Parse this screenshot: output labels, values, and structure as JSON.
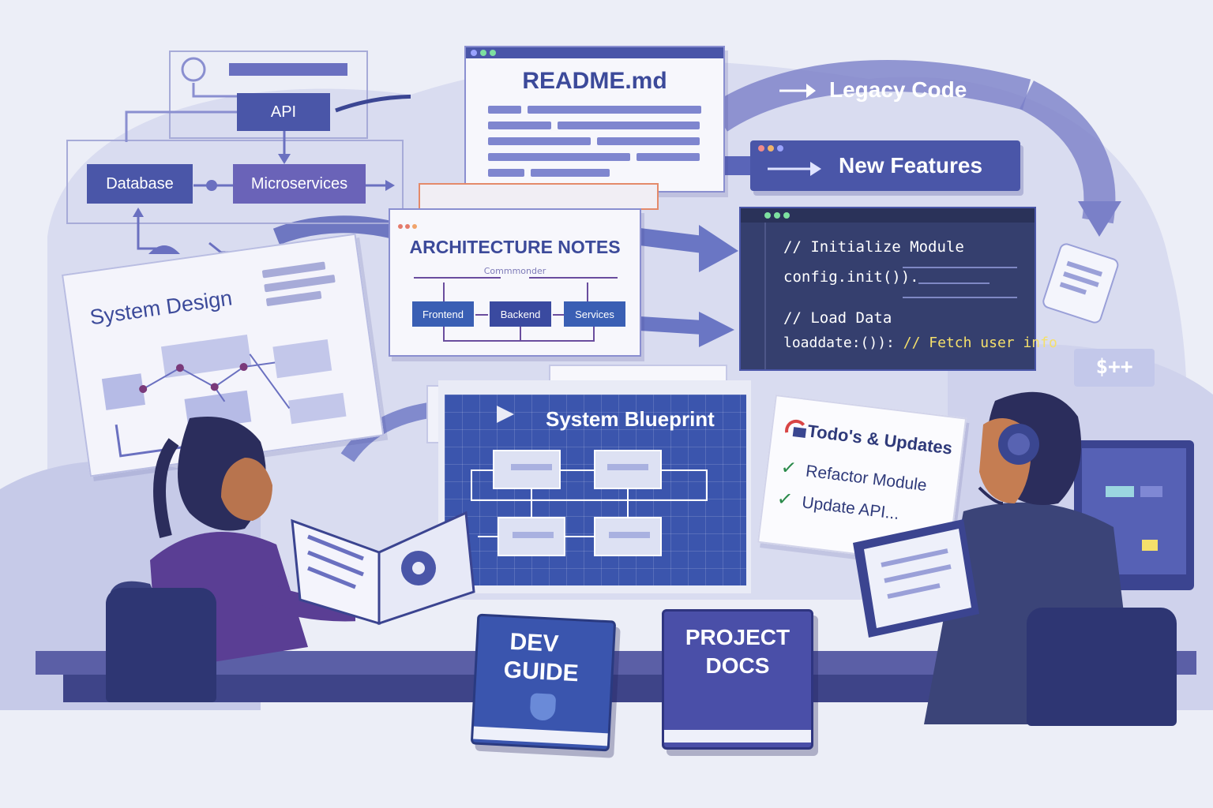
{
  "diagram": {
    "api_label": "API",
    "database_label": "Database",
    "microservices_label": "Microservices"
  },
  "readme": {
    "title": "README.md"
  },
  "legacy": {
    "label": "Legacy Code"
  },
  "features": {
    "label": "New Features"
  },
  "arch": {
    "title": "ARCHITECTURE NOTES",
    "subtitle": "Commmonder",
    "frontend": "Frontend",
    "backend": "Backend",
    "services": "Services"
  },
  "code": {
    "line1": "// Initialize Module",
    "line2": "config.init()).",
    "line3": "// Load Data",
    "line4": "loaddate:()):",
    "line4_comment": "// Fetch user info"
  },
  "system_design": {
    "title": "System Design"
  },
  "blueprint": {
    "title": "System Blueprint"
  },
  "todo": {
    "title": "Todo's & Updates",
    "item1": "Refactor Module",
    "item2": "Update API..."
  },
  "badge": {
    "label": "$++"
  },
  "books": {
    "dev_line1": "DEV",
    "dev_line2": "GUIDE",
    "proj_line1": "PROJECT",
    "proj_line2": "DOCS"
  },
  "colors": {
    "primary": "#4a56a8",
    "navy": "#34406f",
    "accent_purple": "#6a63b8",
    "code_bg": "#353f6e",
    "comment_yellow": "#f5e06b"
  }
}
